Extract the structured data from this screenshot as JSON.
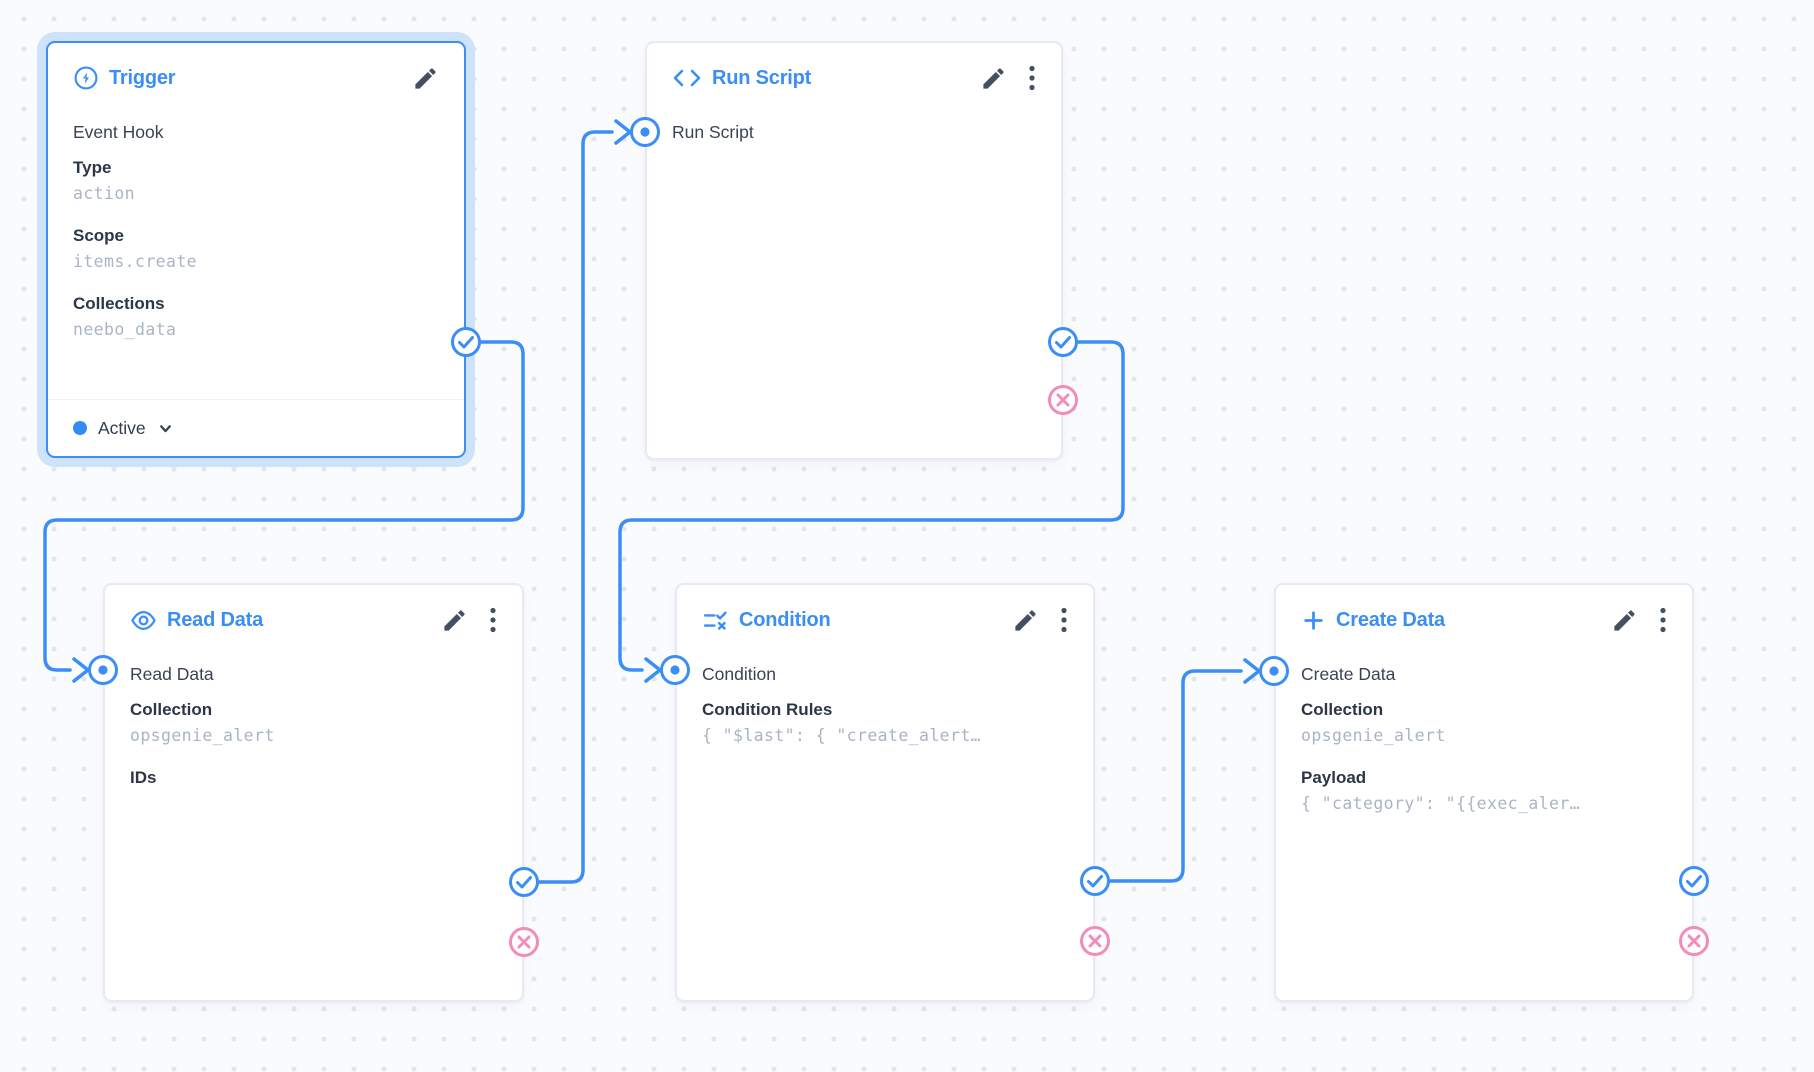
{
  "app": {
    "name": "flow-editor-canvas",
    "accent_blue": "#3a8ef6",
    "reject_pink": "#f28cbb",
    "canvas_background": "#fafbfd",
    "dot_color": "#e2e6eb"
  },
  "nodes": [
    {
      "id": "trigger",
      "title": "Trigger",
      "icon": "bolt-circle-icon",
      "selected": true,
      "type_name": "Event Hook",
      "pairs": [
        {
          "label": "Type",
          "value": "action"
        },
        {
          "label": "Scope",
          "value": "items.create"
        },
        {
          "label": "Collections",
          "value": "neebo_data"
        }
      ],
      "status": "Active",
      "actions": [
        "edit"
      ]
    },
    {
      "id": "run-script",
      "title": "Run Script",
      "icon": "code-icon",
      "operation_name": "Run Script",
      "pairs": [],
      "actions": [
        "edit",
        "menu"
      ]
    },
    {
      "id": "read-data",
      "title": "Read Data",
      "icon": "eye-icon",
      "operation_name": "Read Data",
      "pairs": [
        {
          "label": "Collection",
          "value": "opsgenie_alert"
        },
        {
          "label": "IDs",
          "value": ""
        }
      ],
      "actions": [
        "edit",
        "menu"
      ]
    },
    {
      "id": "condition",
      "title": "Condition",
      "icon": "rule-icon",
      "operation_name": "Condition",
      "pairs": [
        {
          "label": "Condition Rules",
          "value": "{ \"$last\": { \"create_alert…"
        }
      ],
      "actions": [
        "edit",
        "menu"
      ]
    },
    {
      "id": "create-data",
      "title": "Create Data",
      "icon": "plus-icon",
      "operation_name": "Create Data",
      "pairs": [
        {
          "label": "Collection",
          "value": "opsgenie_alert"
        },
        {
          "label": "Payload",
          "value": "{ \"category\": \"{{exec_aler…"
        }
      ],
      "actions": [
        "edit",
        "menu"
      ]
    }
  ],
  "connections": [
    {
      "from": "trigger",
      "port": "resolve",
      "to": "read-data"
    },
    {
      "from": "read-data",
      "port": "resolve",
      "to": "run-script"
    },
    {
      "from": "run-script",
      "port": "resolve",
      "to": "condition"
    },
    {
      "from": "condition",
      "port": "resolve",
      "to": "create-data"
    }
  ]
}
